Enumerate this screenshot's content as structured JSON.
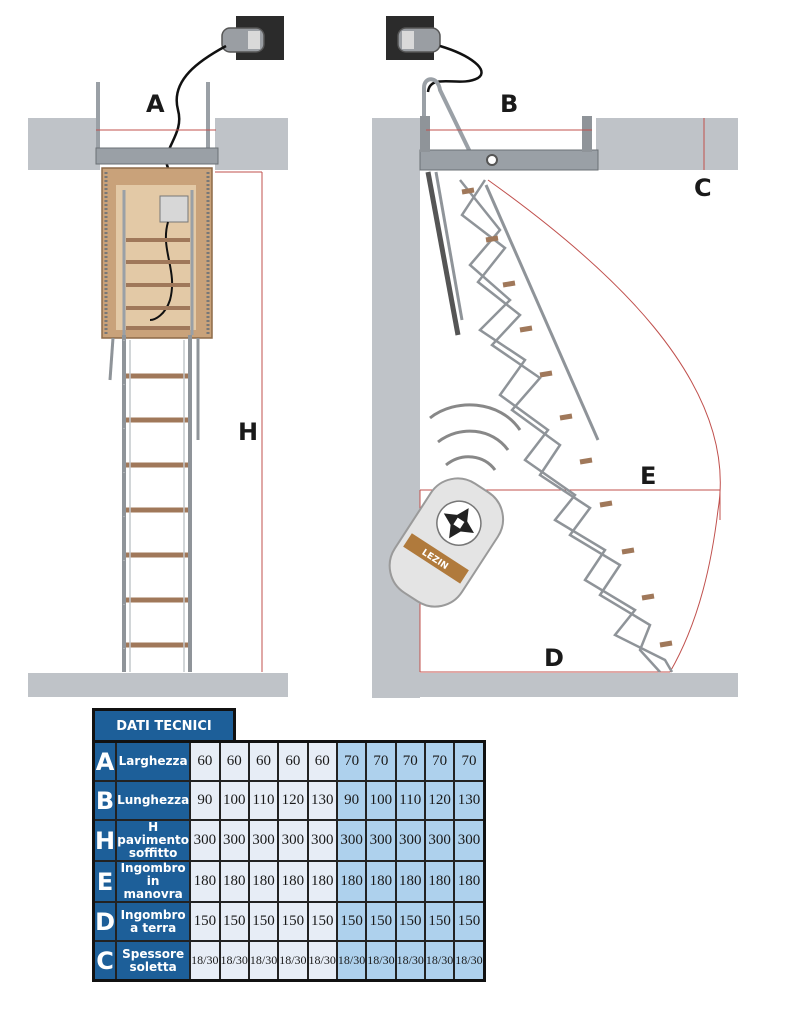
{
  "diagram": {
    "labels": {
      "A": "A",
      "B": "B",
      "C": "C",
      "H": "H",
      "E": "E",
      "D": "D"
    },
    "remote_brand": "LEZIN",
    "colors": {
      "ceiling": "#bfc3c8",
      "measure_line": "#c0504d",
      "ladder": "#8f9499",
      "tread": "#a0785a",
      "housing": "#c9a27a"
    }
  },
  "specs": {
    "title": "DATI TECNICI",
    "rows": [
      {
        "letter": "A",
        "name": "Larghezza",
        "values": [
          "60",
          "60",
          "60",
          "60",
          "60",
          "70",
          "70",
          "70",
          "70",
          "70"
        ]
      },
      {
        "letter": "B",
        "name": "Lunghezza",
        "values": [
          "90",
          "100",
          "110",
          "120",
          "130",
          "90",
          "100",
          "110",
          "120",
          "130"
        ]
      },
      {
        "letter": "H",
        "name": "H pavimento soffitto",
        "values": [
          "300",
          "300",
          "300",
          "300",
          "300",
          "300",
          "300",
          "300",
          "300",
          "300"
        ]
      },
      {
        "letter": "E",
        "name": "Ingombro in manovra",
        "values": [
          "180",
          "180",
          "180",
          "180",
          "180",
          "180",
          "180",
          "180",
          "180",
          "180"
        ]
      },
      {
        "letter": "D",
        "name": "Ingombro a terra",
        "values": [
          "150",
          "150",
          "150",
          "150",
          "150",
          "150",
          "150",
          "150",
          "150",
          "150"
        ]
      },
      {
        "letter": "C",
        "name": "Spessore soletta",
        "values": [
          "18/30",
          "18/30",
          "18/30",
          "18/30",
          "18/30",
          "18/30",
          "18/30",
          "18/30",
          "18/30",
          "18/30"
        ]
      }
    ],
    "colors": {
      "header": "#1d5f99",
      "group_60": "#e7edf6",
      "group_70": "#aed1ed"
    }
  }
}
